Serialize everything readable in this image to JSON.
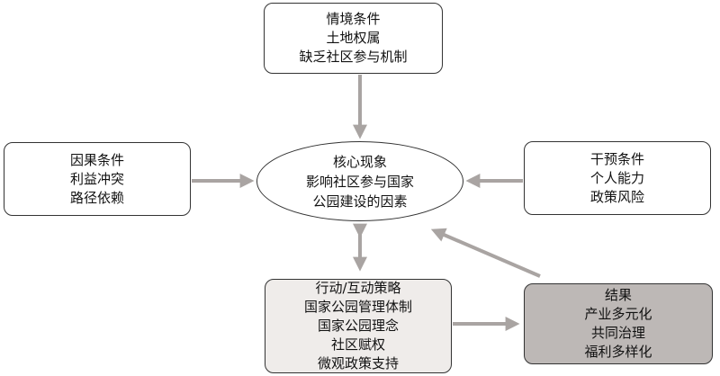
{
  "context": {
    "title": "情境条件",
    "items": [
      "土地权属",
      "缺乏社区参与机制"
    ]
  },
  "causal": {
    "title": "因果条件",
    "items": [
      "利益冲突",
      "路径依赖"
    ]
  },
  "core": {
    "title": "核心现象",
    "lines": [
      "影响社区参与国家",
      "公园建设的因素"
    ]
  },
  "intervening": {
    "title": "干预条件",
    "items": [
      "个人能力",
      "政策风险"
    ]
  },
  "action": {
    "title": "行动/互动策略",
    "items": [
      "国家公园管理体制",
      "国家公园理念",
      "社区赋权",
      "微观政策支持"
    ]
  },
  "result": {
    "title": "结果",
    "items": [
      "产业多元化",
      "共同治理",
      "福利多样化"
    ]
  },
  "colors": {
    "arrow": "#a9a4a2",
    "border": "#333333",
    "action_fill": "#efecea",
    "result_fill": "#bdb8b6"
  }
}
